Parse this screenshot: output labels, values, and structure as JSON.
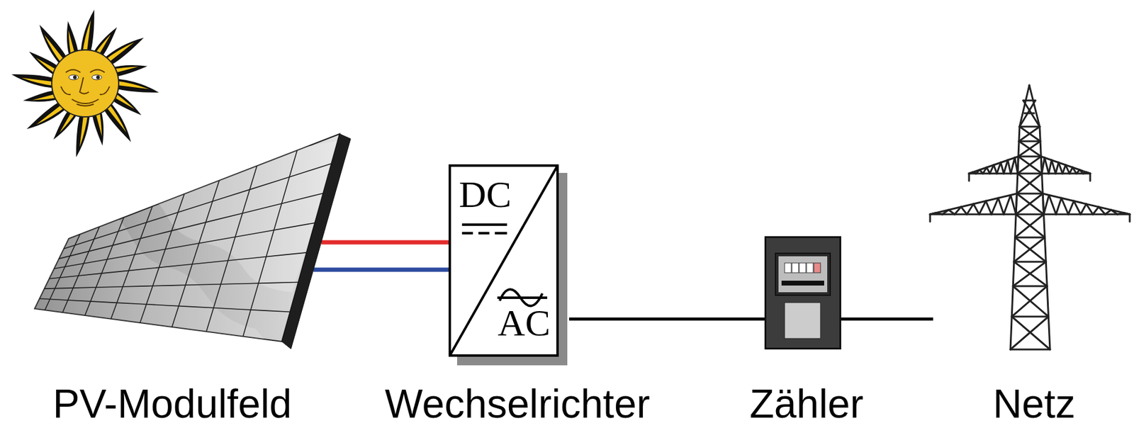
{
  "diagram": {
    "nodes": [
      {
        "text": [
          "PV-Modulfeld"
        ]
      },
      {
        "text": [
          "DC",
          "AC",
          "Wechselrichter"
        ]
      },
      {
        "text": [
          "Zähler"
        ]
      },
      {
        "text": [
          "Netz"
        ]
      }
    ],
    "edges": [
      {
        "from": 0,
        "to": 1,
        "arrow": "none"
      },
      {
        "from": 0,
        "to": 1,
        "arrow": "none"
      },
      {
        "from": 1,
        "to": 2,
        "arrow": "none"
      },
      {
        "from": 2,
        "to": 3,
        "arrow": "none"
      }
    ]
  }
}
